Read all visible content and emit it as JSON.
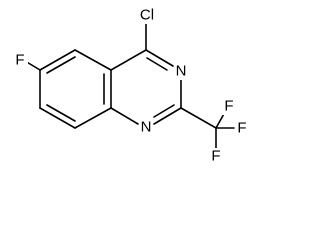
{
  "molecule": {
    "atoms": {
      "chlorine": "Cl",
      "fluorine_ring": "F",
      "nitrogen_3": "N",
      "nitrogen_1": "N",
      "fluorine_cf3_top": "F",
      "fluorine_cf3_right": "F",
      "fluorine_cf3_bottom": "F"
    }
  }
}
